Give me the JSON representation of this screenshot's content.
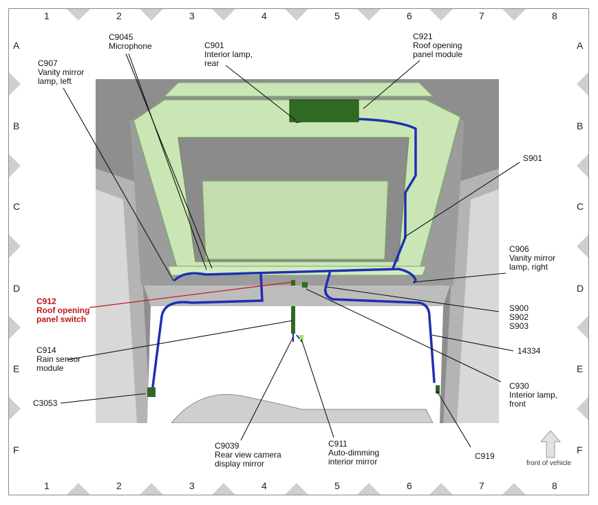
{
  "grid": {
    "columns": [
      "1",
      "2",
      "3",
      "4",
      "5",
      "6",
      "7",
      "8"
    ],
    "rows": [
      "A",
      "B",
      "C",
      "D",
      "E",
      "F"
    ]
  },
  "labels": {
    "c9045": "C9045\nMicrophone",
    "c907": "C907\nVanity mirror\nlamp, left",
    "c901": "C901\nInterior lamp,\nrear",
    "c921": "C921\nRoof opening\npanel module",
    "s901": "S901",
    "c906": "C906\nVanity mirror\nlamp, right",
    "c912": "C912\nRoof opening\npanel switch",
    "s900_group": "S900\nS902\nS903",
    "c914": "C914\nRain sensor\nmodule",
    "n14334": "14334",
    "c930": "C930\nInterior lamp,\nfront",
    "c3053": "C3053",
    "c9039": "C9039\nRear view camera\ndisplay mirror",
    "c911": "C911\nAuto-dimming\ninterior mirror",
    "c919": "C919"
  },
  "front_of_vehicle": "front of vehicle",
  "colors": {
    "harness": "#1f2fb4",
    "panel": "#c9e6b4",
    "panel_edge": "#7fa86a",
    "interior": "#8f8f8f",
    "leader": "#111111",
    "leader_red": "#c0141b",
    "triangle": "#cfcfcf",
    "module": "#2f6a22"
  }
}
